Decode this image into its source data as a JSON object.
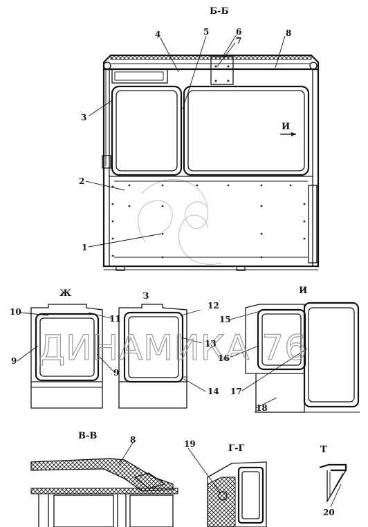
{
  "sections": {
    "main": "Б-Б",
    "zh": "Ж",
    "z": "З",
    "i": "И",
    "vv": "В-В",
    "gg": "Г-Г",
    "t": "Т"
  },
  "view_arrow_label": "И",
  "callouts": {
    "c1": "1",
    "c2": "2",
    "c3": "3",
    "c4": "4",
    "c5": "5",
    "c6": "6",
    "c7": "7",
    "c8": "8",
    "c9a": "9",
    "c9b": "9",
    "c10": "10",
    "c11": "11",
    "c12": "12",
    "c13": "13",
    "c14": "14",
    "c15": "15",
    "c16": "16",
    "c17": "17",
    "c18": "18",
    "c8b": "8",
    "c19": "19",
    "c20": "20"
  },
  "watermark": "ДИНАМИКА 76"
}
